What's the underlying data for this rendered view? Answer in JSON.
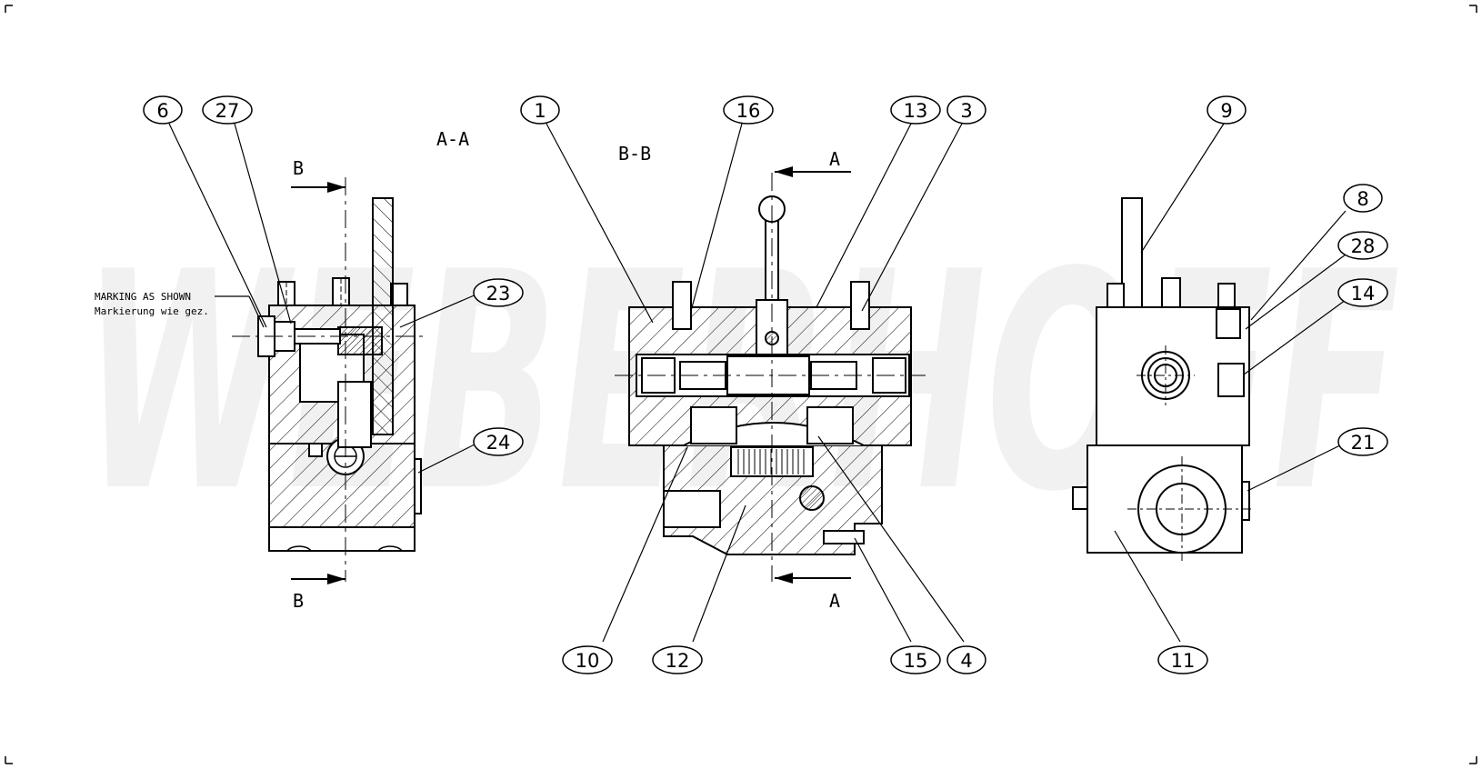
{
  "watermark": "WEBERHOFF",
  "view_labels": {
    "section_aa": "A-A",
    "section_bb": "B-B"
  },
  "section_markers": {
    "b": "B",
    "a": "A"
  },
  "note": {
    "line1": "MARKING AS SHOWN",
    "line2": "Markierung wie gez."
  },
  "balloons": {
    "b6": "6",
    "b27": "27",
    "b23": "23",
    "b24": "24",
    "b1": "1",
    "b16": "16",
    "b13": "13",
    "b3": "3",
    "b10": "10",
    "b12": "12",
    "b15": "15",
    "b4": "4",
    "b9": "9",
    "b8": "8",
    "b28": "28",
    "b14": "14",
    "b21": "21",
    "b11": "11"
  },
  "colors": {
    "line": "#000000",
    "watermark": "#f1f1f1",
    "background": "#ffffff"
  }
}
